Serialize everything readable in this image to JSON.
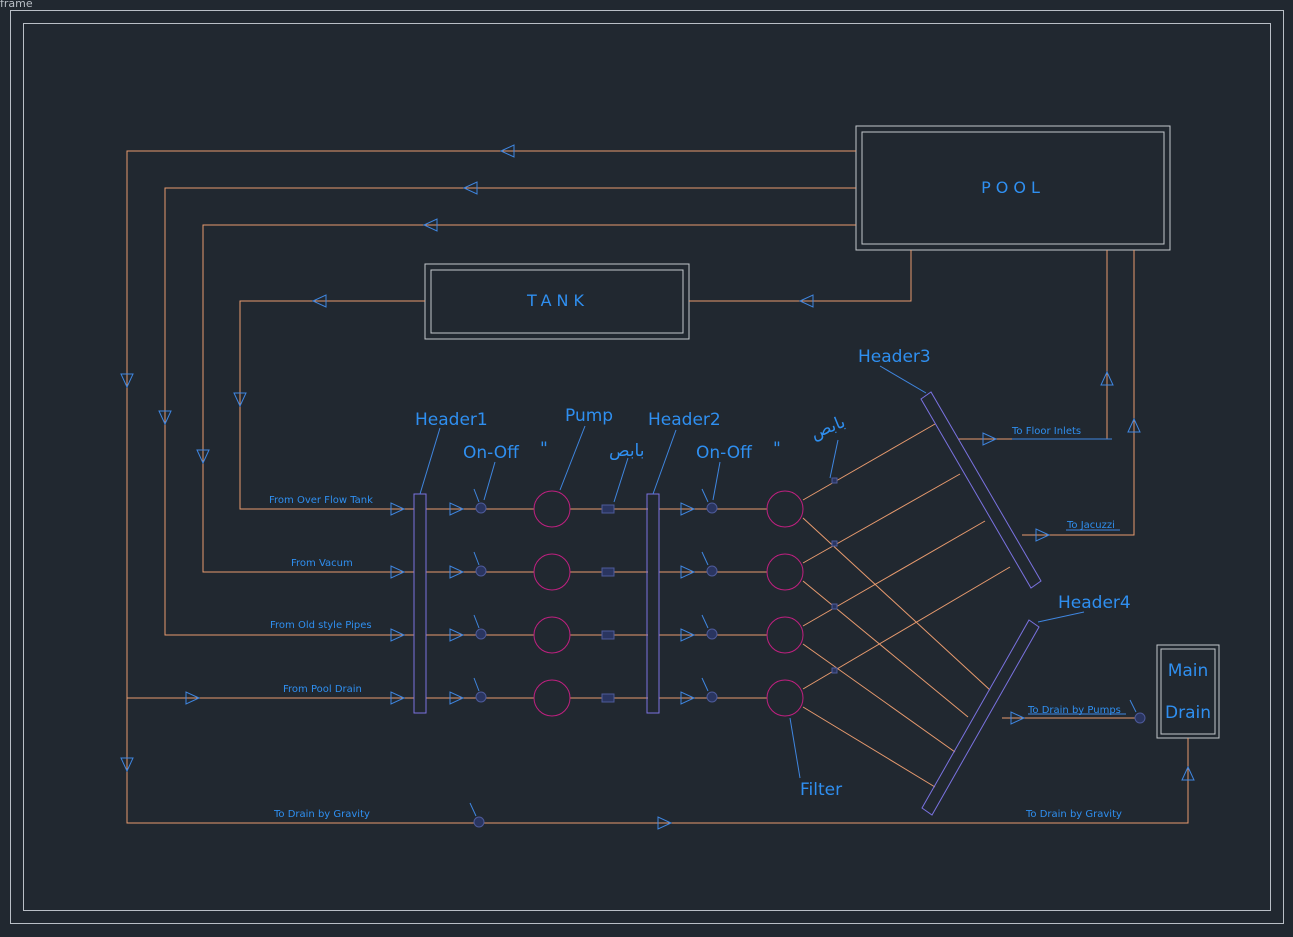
{
  "frame_label": "frame",
  "boxes": {
    "pool": "POOL",
    "tank": "TANK",
    "main_drain_line1": "Main",
    "main_drain_line2": "Drain"
  },
  "labels": {
    "header1": "Header1",
    "header2": "Header2",
    "header3": "Header3",
    "header4": "Header4",
    "pump": "Pump",
    "filter": "Filter",
    "on_off_1": "On-Off",
    "on_off_2": "On-Off",
    "ditto_1": "\"",
    "ditto_2": "\"",
    "arabic_1": "بابص",
    "arabic_2": "بابص"
  },
  "flow_labels": {
    "from_overflow_tank": "From Over Flow Tank",
    "from_vacum": "From Vacum",
    "from_old_style_pipes": "From Old style Pipes",
    "from_pool_drain": "From Pool Drain",
    "to_floor_inlets": "To Floor Inlets",
    "to_jacuzzi": "To Jacuzzi",
    "to_drain_by_pumps": "To Drain by Pumps",
    "to_drain_by_gravity_left": "To Drain by Gravity",
    "to_drain_by_gravity_right": "To Drain by Gravity"
  },
  "colors": {
    "background": "#212830",
    "pipe": "#e79a6e",
    "arrow": "#3f86e0",
    "label": "#2f8ff0",
    "header_bar": "#7a72e0",
    "equipment_circle": "#c02080"
  }
}
